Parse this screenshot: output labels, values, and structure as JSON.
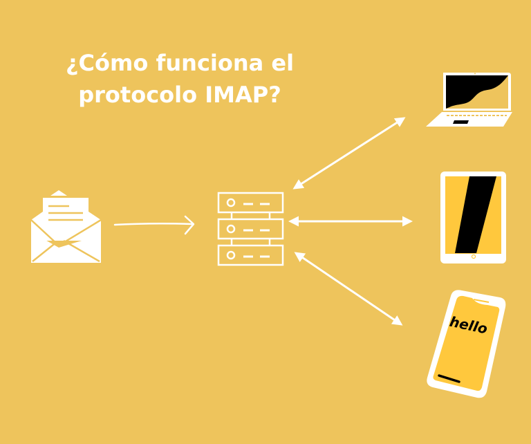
{
  "title": {
    "line1": "¿Cómo funciona el",
    "line2": "protocolo IMAP?"
  },
  "phone": {
    "screen_text": "hello"
  },
  "colors": {
    "background": "#EEC45C",
    "foreground": "#FFFFFF",
    "screen_yellow": "#FFC83D",
    "screen_dark": "#000000"
  },
  "icons": [
    "envelope-icon",
    "arrow-right-icon",
    "server-icon",
    "laptop-icon",
    "tablet-icon",
    "smartphone-icon",
    "bidirectional-arrow-icon"
  ]
}
